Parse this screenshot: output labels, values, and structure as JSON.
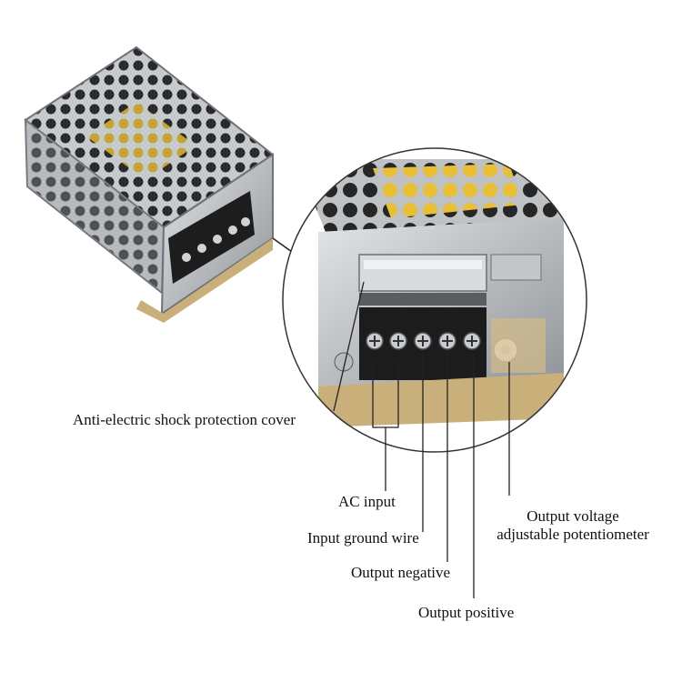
{
  "labels": {
    "shock_cover": "Anti-electric shock protection cover",
    "ac_input": "AC input",
    "ground_wire": "Input ground wire",
    "output_negative": "Output negative",
    "output_positive": "Output positive",
    "pot_line1": "Output voltage",
    "pot_line2": "adjustable potentiometer"
  },
  "colors": {
    "chassis": "#b9bcc0",
    "chassis_dark": "#8e9296",
    "pcb_yellow": "#e9c23a",
    "terminal_black": "#1c1c1c",
    "screw": "#cfd2d6",
    "pcb_tan": "#c9b07a",
    "leader_line": "#222222"
  }
}
